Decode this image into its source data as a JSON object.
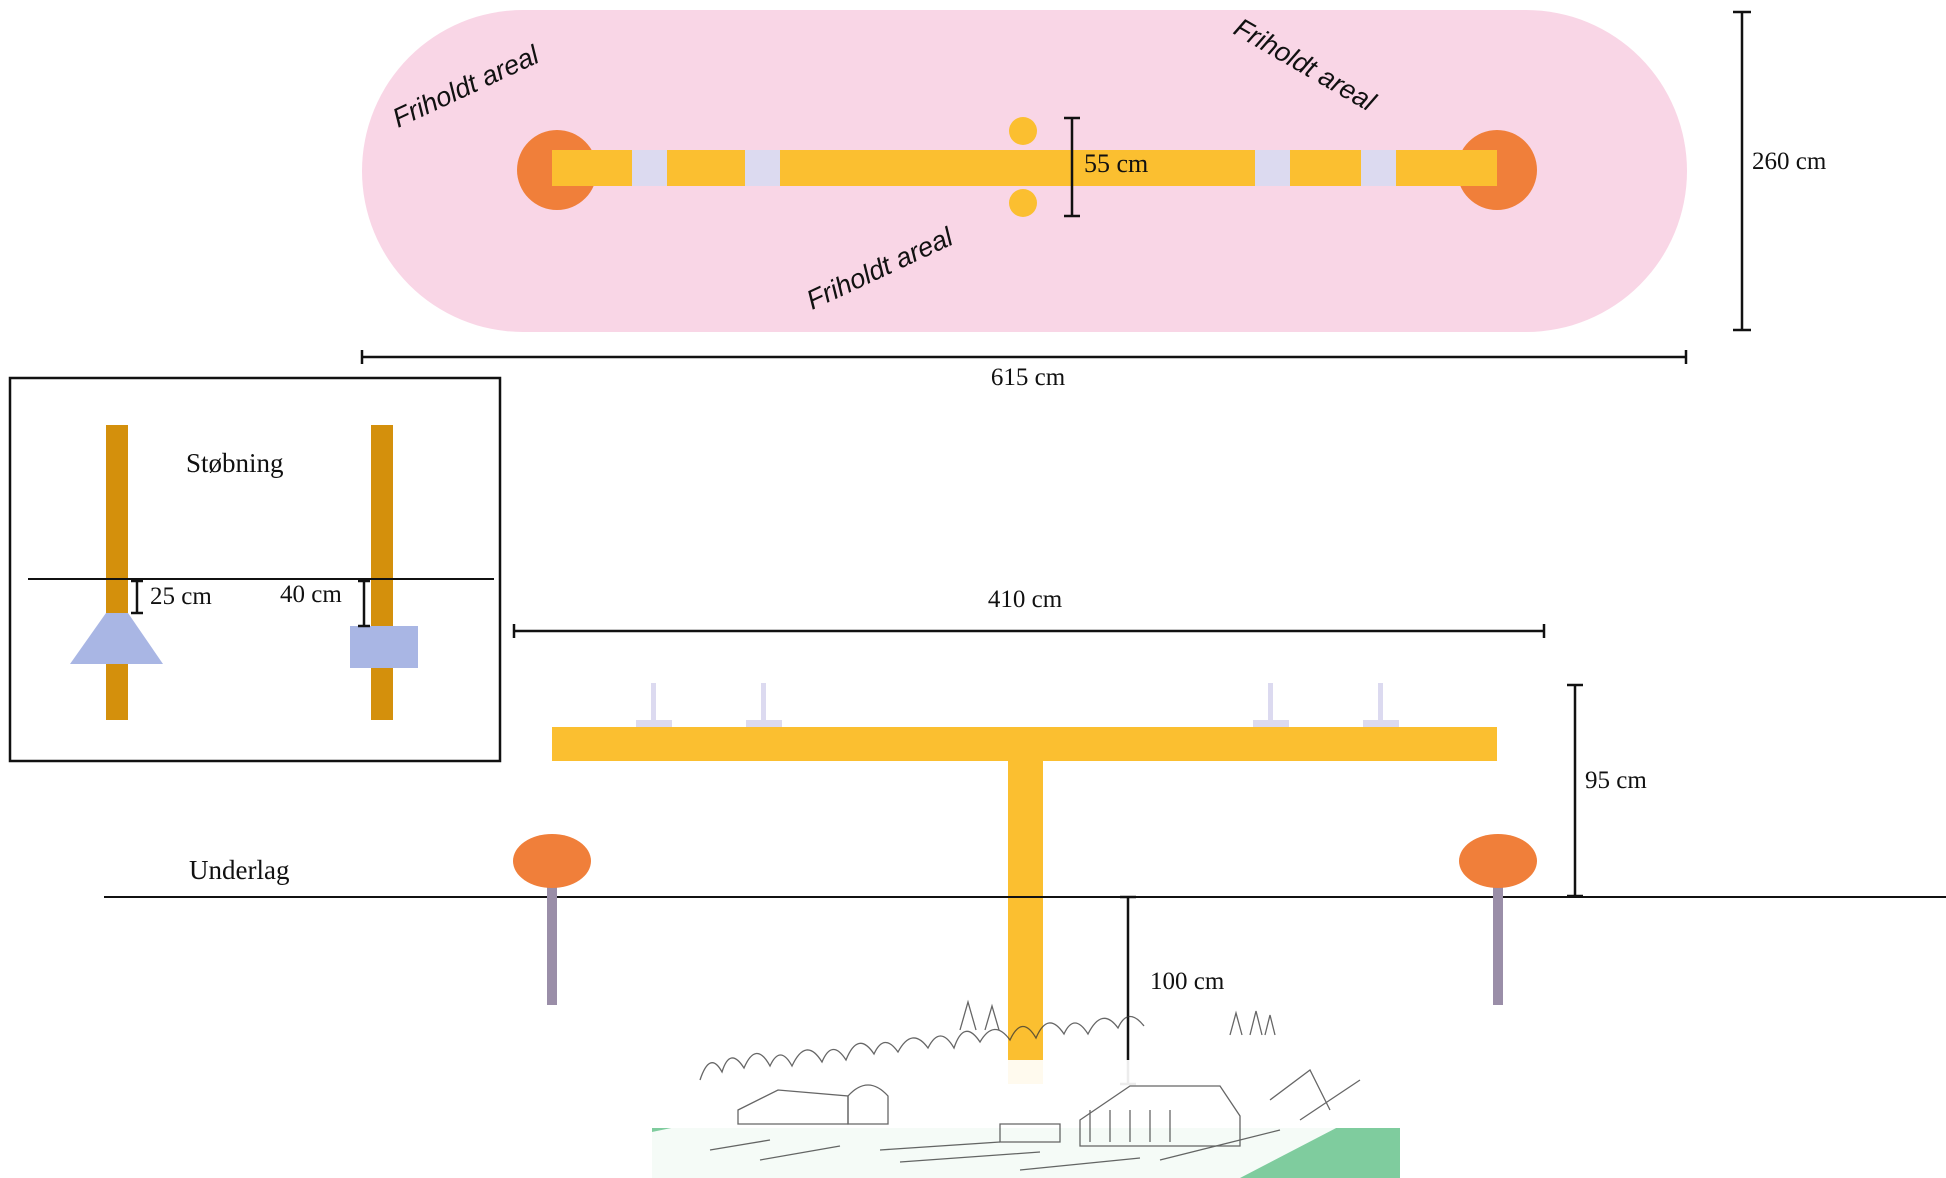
{
  "top_view": {
    "zone_labels": [
      "Friholdt areal",
      "Friholdt areal",
      "Friholdt areal"
    ],
    "width_dim": "615 cm",
    "height_dim": "260 cm",
    "gap_dim": "55 cm"
  },
  "inset": {
    "title": "Støbning",
    "left_depth": "25 cm",
    "right_depth": "40 cm"
  },
  "side_view": {
    "span_dim": "410 cm",
    "height_dim": "95 cm",
    "depth_dim": "100 cm",
    "ground_label": "Underlag"
  },
  "colors": {
    "zone_fill": "#f9d6e6",
    "beam": "#fbbf30",
    "beam_dark": "#d4900c",
    "target": "#f07f3a",
    "bracket": "#dcdaf0",
    "footing": "#a9b6e4",
    "post": "#9a8ea8",
    "grass": "#7fcc9e"
  }
}
